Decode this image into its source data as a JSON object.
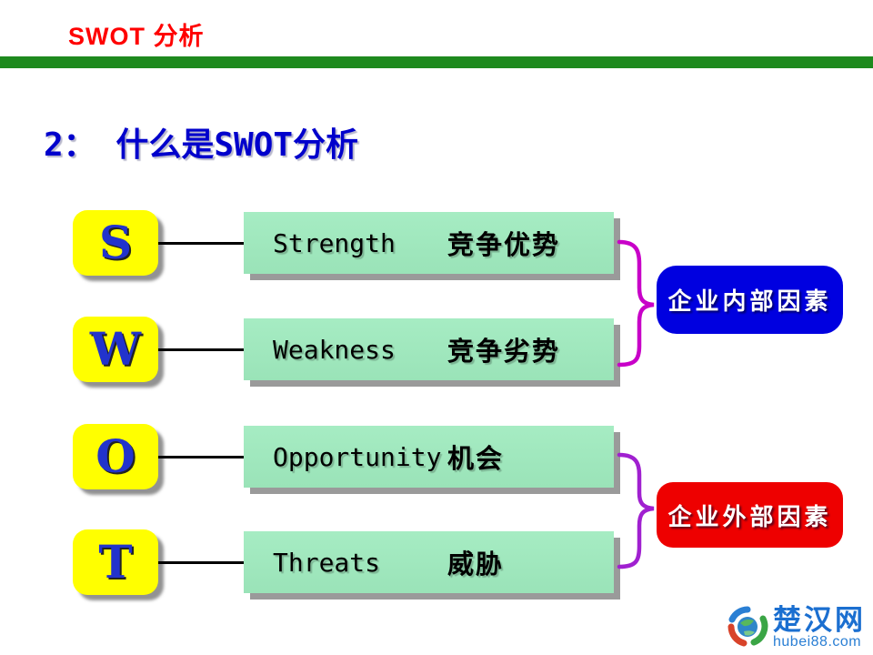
{
  "slide": {
    "header": {
      "label": "SWOT 分析"
    },
    "title": "2： 什么是SWOT分析",
    "rows": [
      {
        "letter": "S",
        "en": "Strength",
        "zh": "竞争优势"
      },
      {
        "letter": "W",
        "en": "Weakness",
        "zh": "竞争劣势"
      },
      {
        "letter": "O",
        "en": "Opportunity",
        "zh": "机会"
      },
      {
        "letter": "T",
        "en": "Threats",
        "zh": "威胁"
      }
    ],
    "groups": [
      {
        "label": "企业内部因素",
        "color": "#0000E0"
      },
      {
        "label": "企业外部因素",
        "color": "#EE0000"
      }
    ],
    "logo": {
      "name": "楚汉网",
      "domain": "hubei88.com"
    },
    "colors": {
      "header_text": "#FF0000",
      "divider_bar": "#1E8A1E",
      "title_text": "#0000CC",
      "letter_box": "#FFFF00",
      "letter_text": "#2233CC",
      "item_box": "#9EE7BC",
      "brace_internal": "#C800C8",
      "brace_external": "#A020D0",
      "logo_text": "#1B6FD0"
    }
  }
}
